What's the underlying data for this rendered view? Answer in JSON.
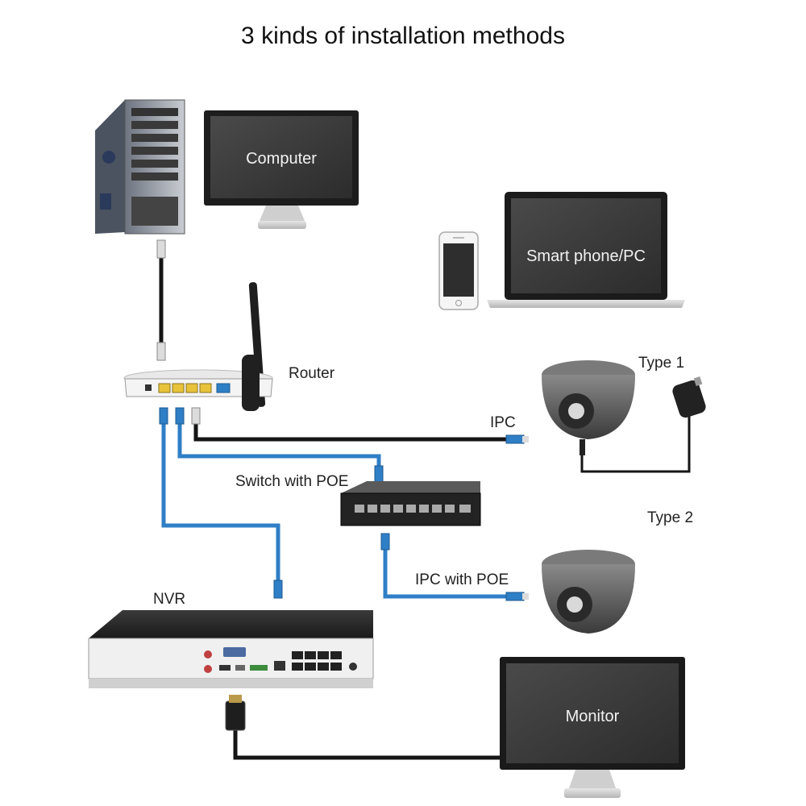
{
  "title": "3 kinds of installation methods",
  "devices": {
    "computer_label": "Computer",
    "smartphone_pc_label": "Smart phone/PC",
    "router_label": "Router",
    "switch_label": "Switch with POE",
    "nvr_label": "NVR",
    "monitor_label": "Monitor",
    "type1_label": "Type 1",
    "type2_label": "Type 2",
    "ipc_label": "IPC",
    "ipc_poe_label": "IPC with POE"
  },
  "colors": {
    "cable_blue": "#2f7fc6",
    "cable_black": "#151515",
    "device_dark": "#2b2b2b",
    "screen_dark": "#3b3b3b",
    "port_yellow": "#e8c33a",
    "port_blue": "#2f7fc6"
  }
}
